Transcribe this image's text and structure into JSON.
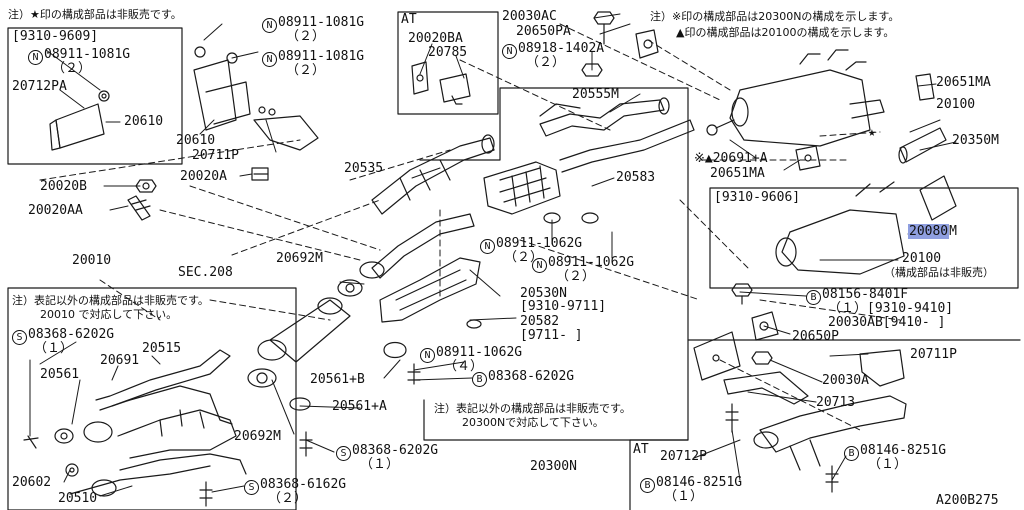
{
  "diagram_id": "A200B275",
  "notes": {
    "top_left": "注）★印の構成部品は非販売です。",
    "top_right_1": "注）※印の構成部品は20300Nの構成を示します。",
    "top_right_2": "▲印の構成部品は20100の構成を示します。",
    "left_box_1": "注）表記以外の構成部品は非販売です。",
    "left_box_2": "20010 で対応して下さい。",
    "center_box_1": "注）表記以外の構成部品は非販売です。",
    "center_box_2": "20300Nで対応して下さい。",
    "not_sold": "（構成部品は非販売）"
  },
  "boxes": {
    "date_9310_9609": "[9310-9609]",
    "at_top": "AT",
    "date_9310_9606": "[9310-9606]",
    "at_bottom": "AT"
  },
  "labels": {
    "p_08911_1081g_a": "08911-1081G",
    "p_08911_1081g_a_qty": "（２）",
    "p_08911_1081g_b": "08911-1081G",
    "p_08911_1081g_b_qty": "（２）",
    "p_08911_1081g_c": "08911-1081G",
    "p_08911_1081g_c_qty": "（２）",
    "p_20712pa": "20712PA",
    "p_20610_a": "20610",
    "p_20610_b": "20610",
    "p_20711p_a": "20711P",
    "p_20020a": "20020A",
    "p_20020b": "20020B",
    "p_20020aa": "20020AA",
    "p_20020ba": "20020BA",
    "p_20785": "20785",
    "p_20030ac": "20030AC",
    "p_20650pa": "20650PA",
    "p_08918_1402a": "08918-1402A",
    "p_08918_1402a_qty": "（２）",
    "p_20555m": "20555M",
    "p_20535": "20535",
    "p_20583": "20583",
    "p_20651ma_a": "20651MA",
    "p_20100_a": "20100",
    "p_20350m": "20350M",
    "p_20691a": "20691+A",
    "p_20651ma_b": "20651MA",
    "p_20080": "20080",
    "p_20080_suffix": "M",
    "p_20100_b": "20100",
    "p_20010": "20010",
    "p_sec208": "SEC.208",
    "p_20692m_a": "20692M",
    "p_08911_1062g_a": "08911-1062G",
    "p_08911_1062g_a_qty": "（２）",
    "p_08911_1062g_b": "08911-1062G",
    "p_08911_1062g_b_qty": "（２）",
    "p_20530n": "20530N",
    "p_20530n_date": "[9310-9711]",
    "p_20582": "20582",
    "p_20582_date": "[9711-      ]",
    "p_08156_8401f": "08156-8401F",
    "p_08156_8401f_qty": "（１）[9310-9410]",
    "p_20030ab": "20030AB[9410-       ]",
    "p_20650p": "20650P",
    "p_08368_6202g_a": "08368-6202G",
    "p_08368_6202g_a_qty": "（１）",
    "p_20691": "20691",
    "p_20515": "20515",
    "p_20561": "20561",
    "p_08911_1062g_c": "08911-1062G",
    "p_08911_1062g_c_qty": "（４）",
    "p_20561b": "20561+B",
    "p_08368_6202g_b": "08368-6202G",
    "p_20711p_b": "20711P",
    "p_20030a": "20030A",
    "p_20713": "20713",
    "p_20561a": "20561+A",
    "p_20692m_b": "20692M",
    "p_08368_6202g_c": "08368-6202G",
    "p_08368_6202g_c_qty": "（１）",
    "p_20300n": "20300N",
    "p_20712p": "20712P",
    "p_08146_8251g_a": "08146-8251G",
    "p_08146_8251g_a_qty": "（１）",
    "p_08146_8251g_b": "08146-8251G",
    "p_08146_8251g_b_qty": "（１）",
    "p_20602": "20602",
    "p_20510": "20510",
    "p_08368_6162g": "08368-6162G",
    "p_08368_6162g_qty": "（２）"
  },
  "symbols": {
    "n": "N",
    "b": "B",
    "s": "S",
    "star": "★",
    "note_mark": "※▲"
  },
  "colors": {
    "line": "#1a1a1a",
    "highlight": "#8f9fe0"
  }
}
